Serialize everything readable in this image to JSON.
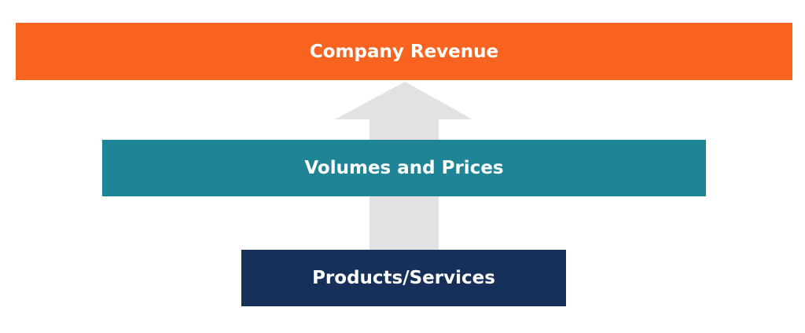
{
  "diagram": {
    "top": {
      "label": "Company Revenue",
      "color": "#F8641F"
    },
    "middle": {
      "label": "Volumes and Prices",
      "color": "#1F8596"
    },
    "bottom": {
      "label": "Products/Services",
      "color": "#17305A"
    },
    "arrow_color": "#E2E2E2"
  }
}
